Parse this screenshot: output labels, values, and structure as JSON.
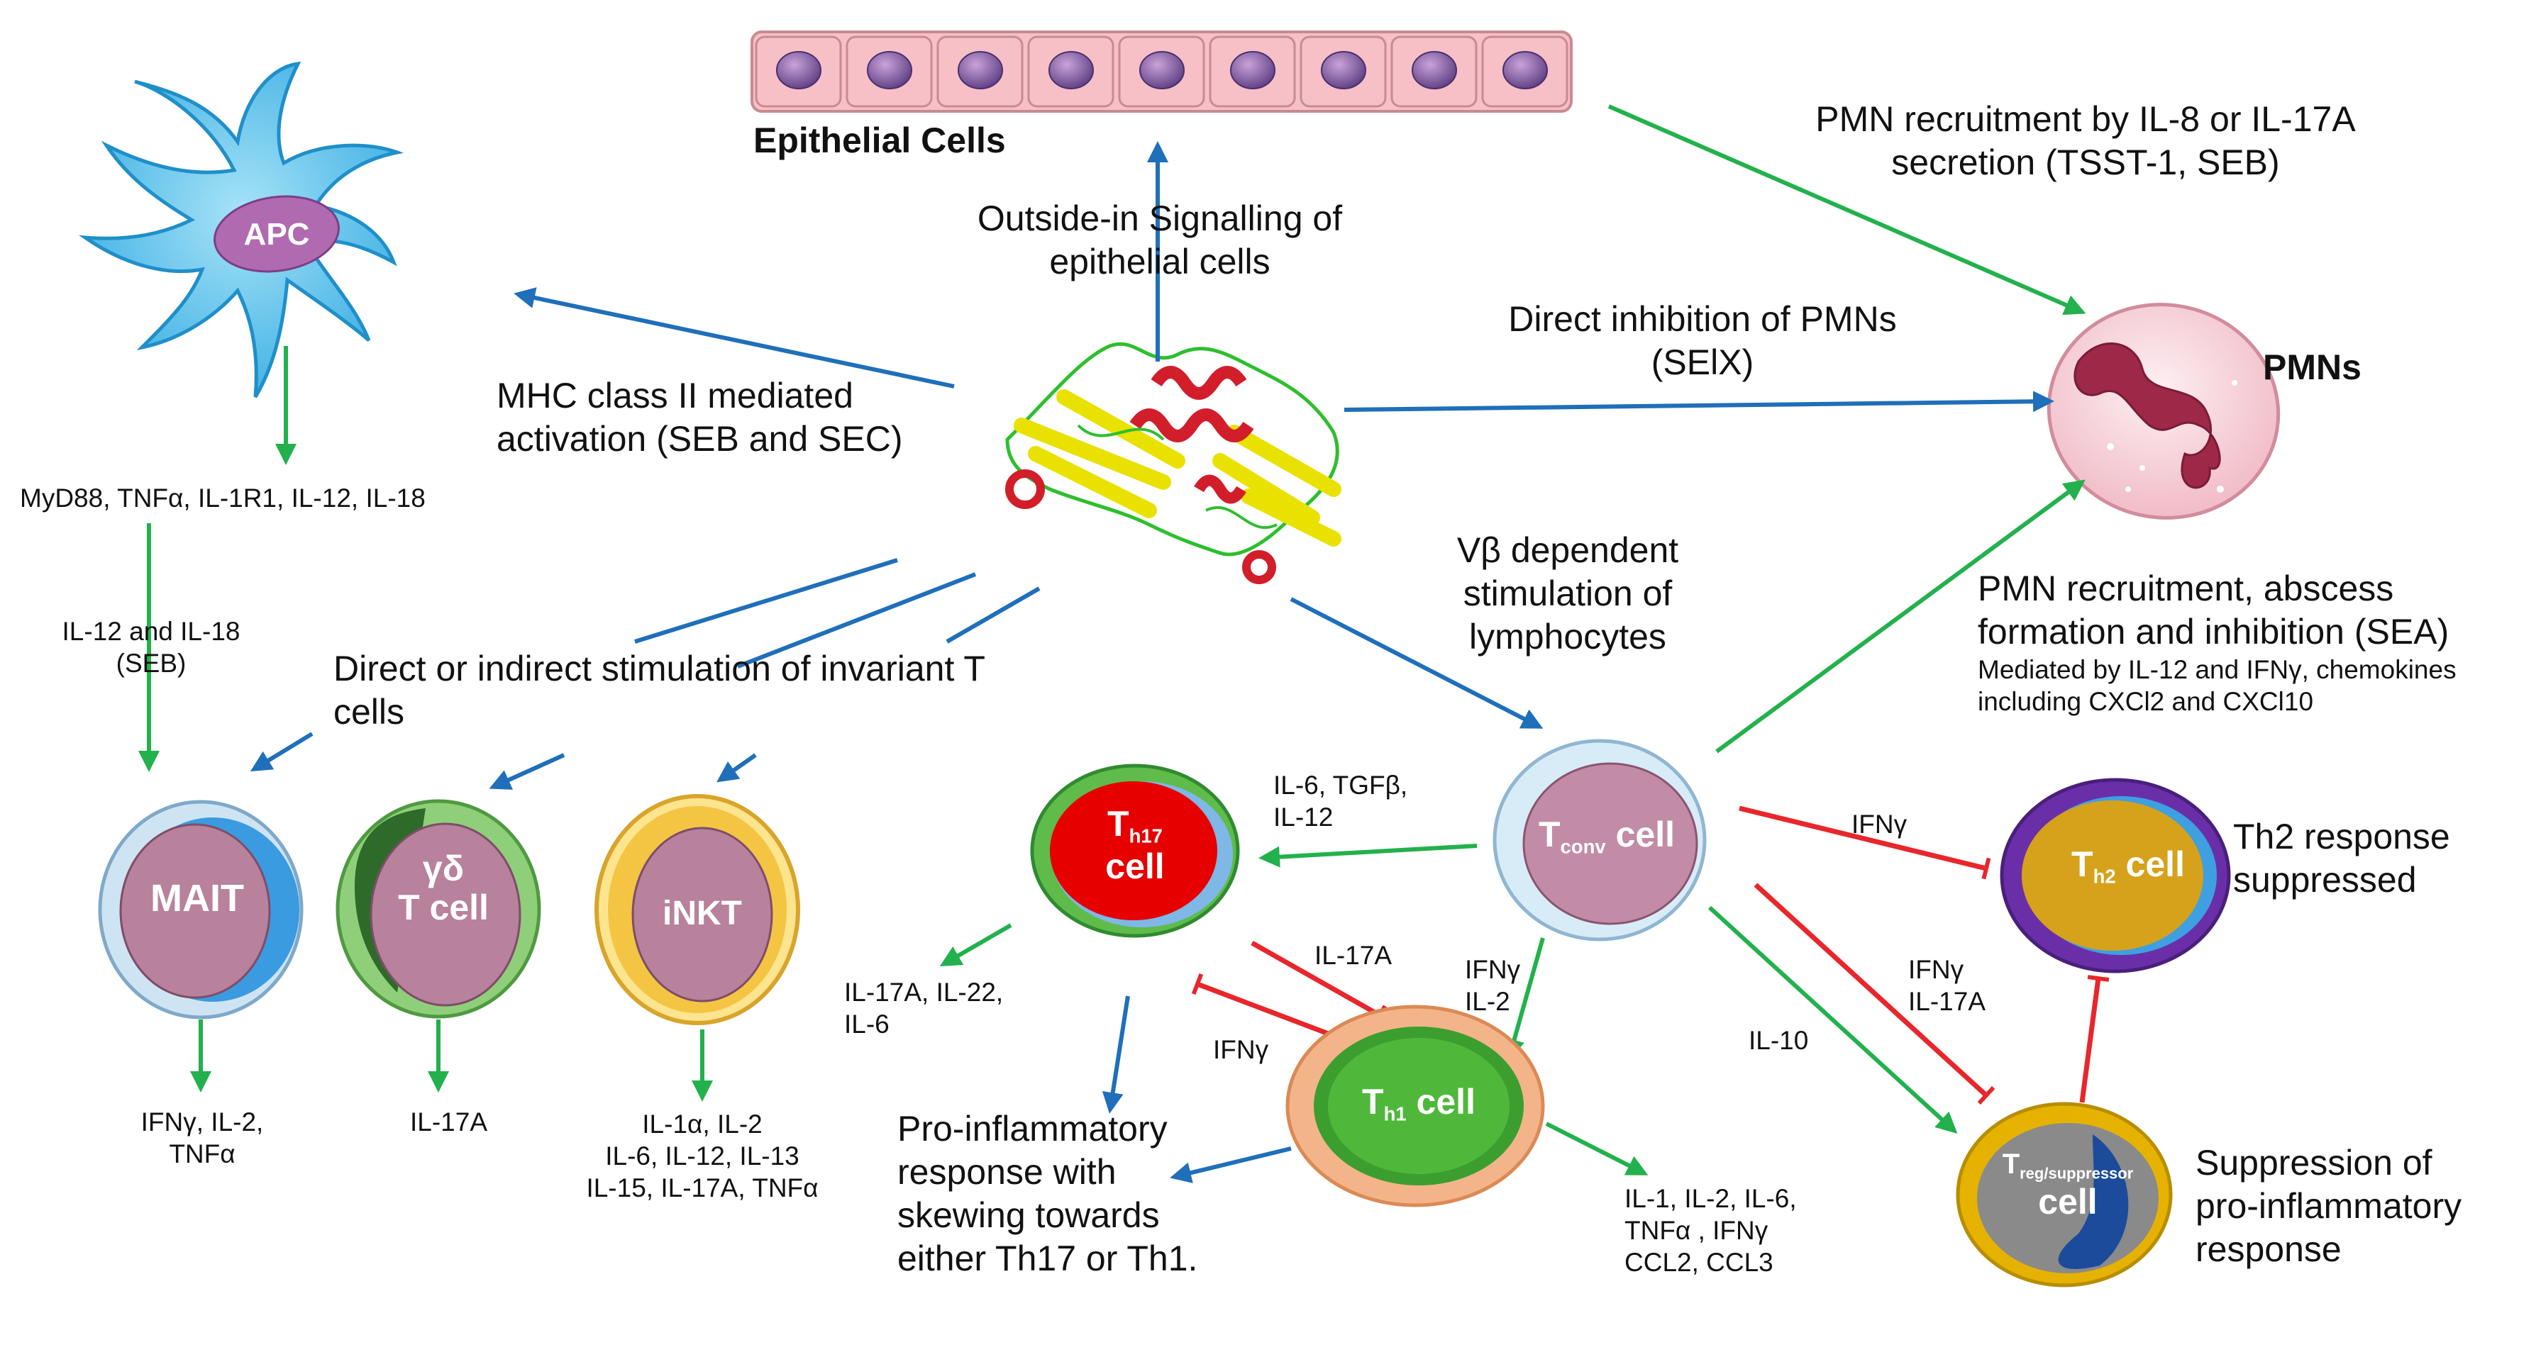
{
  "colors": {
    "blue_arrow": "#1f6fba",
    "green_arrow": "#22b14c",
    "red_inhibit": "#e8262b"
  },
  "labels": {
    "epithelial_cells": "Epithelial Cells",
    "pmns": "PMNs",
    "pmn_recruit_line1": "PMN recruitment by IL-8 or IL-17A",
    "pmn_recruit_line2": "secretion (TSST-1, SEB)",
    "outside_in_line1": "Outside-in Signalling of",
    "outside_in_line2": "epithelial cells",
    "direct_inhibition_line1": "Direct inhibition of PMNs",
    "direct_inhibition_line2": "(SElX)",
    "mhc_line1": "MHC class II mediated",
    "mhc_line2": "activation (SEB and SEC)",
    "myd88": "MyD88, TNFα, IL-1R1, IL-12, IL-18",
    "il12_il18_line1": "IL-12 and IL-18",
    "il12_il18_line2": "(SEB)",
    "invariant_line1": "Direct or indirect stimulation of invariant T",
    "invariant_line2": "cells",
    "vb_line1": "Vβ dependent",
    "vb_line2": "stimulation of",
    "vb_line3": "lymphocytes",
    "sea_line1": "PMN recruitment, abscess",
    "sea_line2": "formation and inhibition (SEA)",
    "sea_line3": "Mediated by IL-12 and IFNγ, chemokines",
    "sea_line4": "including CXCl2 and CXCl10",
    "il6_tgfb_line1": "IL-6, TGFβ,",
    "il6_tgfb_line2": "IL-12",
    "ifng_th2": "IFNγ",
    "th2_resp_line1": "Th2 response",
    "th2_resp_line2": "suppressed",
    "il17a_mid": "IL-17A",
    "ifng_mid": "IFNγ",
    "ifng_il2_line1": "IFNγ",
    "ifng_il2_line2": "IL-2",
    "ifng_treg_line1": "IFNγ",
    "ifng_treg_line2": "IL-17A",
    "il10": "IL-10",
    "th17_out_line1": "IL-17A, IL-22,",
    "th17_out_line2": "IL-6",
    "proinflam_line1": "Pro-inflammatory",
    "proinflam_line2": "response with",
    "proinflam_line3": "skewing towards",
    "proinflam_line4": "either Th17 or Th1.",
    "th1_out_line1": "IL-1, IL-2, IL-6,",
    "th1_out_line2": "TNFα , IFNγ",
    "th1_out_line3": "CCL2, CCL3",
    "suppression_line1": "Suppression of",
    "suppression_line2": "pro-inflammatory",
    "suppression_line3": "response",
    "mait_out_line1": "IFNγ, IL-2,",
    "mait_out_line2": "TNFα",
    "gd_out": "IL-17A",
    "inkt_out_line1": "IL-1α, IL-2",
    "inkt_out_line2": "IL-6, IL-12, IL-13",
    "inkt_out_line3": "IL-15, IL-17A, TNFα"
  },
  "cells": {
    "apc": "APC",
    "mait": "MAIT",
    "gd_line1": "γδ",
    "gd_line2": "T cell",
    "inkt": "iNKT",
    "th17_t": "T",
    "th17_sub": "h17",
    "th17_cell": "cell",
    "tconv_t": "T",
    "tconv_sub": "conv",
    "tconv_cell": "cell",
    "th1_t": "T",
    "th1_sub": "h1",
    "th1_cell": "cell",
    "th2_t": "T",
    "th2_sub": "h2",
    "th2_cell": "cell",
    "treg_t": "T",
    "treg_sub": "reg/suppressor",
    "treg_cell": "cell"
  },
  "icons": [
    "epithelial-cells-icon",
    "apc-dendritic-cell-icon",
    "pmn-neutrophil-icon",
    "superantigen-protein-structure-icon"
  ]
}
